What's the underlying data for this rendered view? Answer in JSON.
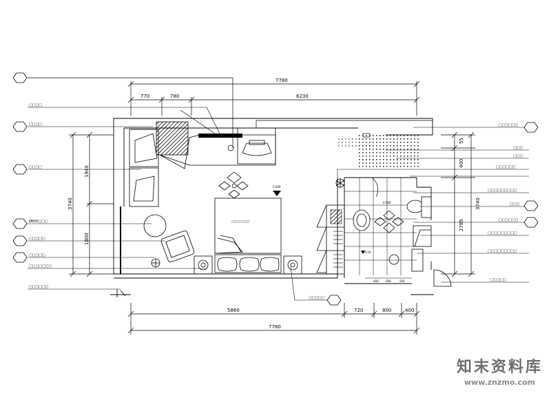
{
  "dimensions": {
    "total_top": "7780",
    "top_770": "770",
    "top_780": "780",
    "top_6230": "6230",
    "left_1940": "1940",
    "left_3740": "3740",
    "left_1800": "1800",
    "right_55": "55",
    "right_400": "400",
    "right_2785": "2785",
    "right_3740": "3740",
    "bottom_5860": "5860",
    "bottom_720": "720",
    "bottom_800": "800",
    "bottom_400": "400",
    "bottom_total": "7780",
    "bath_400": "400",
    "bath_300": "300",
    "bath_500": "500"
  },
  "level_marks": [
    "0.000",
    "0.000",
    "-0.10"
  ],
  "left_callouts": [
    {
      "id": "left-1",
      "text": "□□□□"
    },
    {
      "id": "left-2",
      "text": "□□□□"
    },
    {
      "id": "left-3",
      "text": "□□□□"
    },
    {
      "id": "left-4",
      "text": "Ø600□□□"
    },
    {
      "id": "left-5",
      "text": "□□□□□"
    },
    {
      "id": "left-6",
      "text": "□□□□□"
    },
    {
      "id": "left-7",
      "text": "□□□□□□□"
    },
    {
      "id": "left-8",
      "text": "□□□□□□"
    }
  ],
  "right_callouts": [
    {
      "id": "right-1",
      "text": "□□□□□□"
    },
    {
      "id": "right-2",
      "text": "□□□"
    },
    {
      "id": "right-3",
      "text": "□□□"
    },
    {
      "id": "right-4",
      "text": "□□□□□□"
    },
    {
      "id": "right-5",
      "text": "□□□□□□□□□"
    },
    {
      "id": "right-6",
      "text": "□□□"
    },
    {
      "id": "right-7",
      "text": "□□□□□□"
    },
    {
      "id": "right-8",
      "text": "□□□□□□□□□"
    },
    {
      "id": "right-9",
      "text": "□□□□□□□□□"
    },
    {
      "id": "right-10",
      "text": "□□□□□"
    }
  ],
  "bottom_callout": "□□□□□",
  "bed_label": "□□□□□□□",
  "watermark": {
    "cn": "知末资料库",
    "url": "www.znzmo.com"
  },
  "colors": {
    "line": "#000000",
    "watermark": "#6e6e6e"
  }
}
